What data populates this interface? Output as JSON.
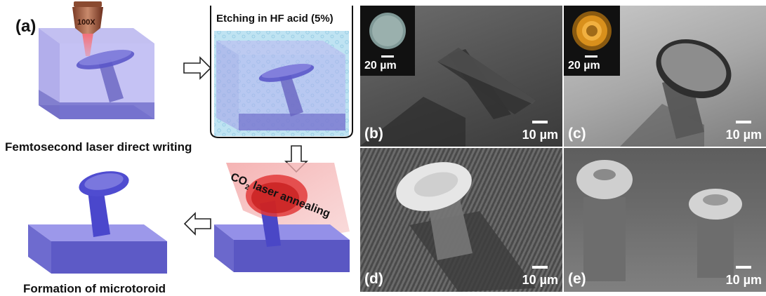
{
  "left": {
    "panel_tag": "(a)",
    "objective_label": "100X",
    "beaker_label": "Etching in HF acid (5%)",
    "step1_caption": "Femtosecond laser direct writing",
    "step3_caption_prefix": "CO",
    "step3_caption_sub": "2",
    "step3_caption_suffix": " laser annealing",
    "step4_caption": "Formation of microtoroid"
  },
  "panels": {
    "b": {
      "tag": "(b)",
      "scale": "10 µm",
      "inset_scale": "20 µm"
    },
    "c": {
      "tag": "(c)",
      "scale": "10 µm",
      "inset_scale": "20 µm"
    },
    "d": {
      "tag": "(d)",
      "scale": "10 µm"
    },
    "e": {
      "tag": "(e)",
      "scale": "10 µm"
    }
  }
}
